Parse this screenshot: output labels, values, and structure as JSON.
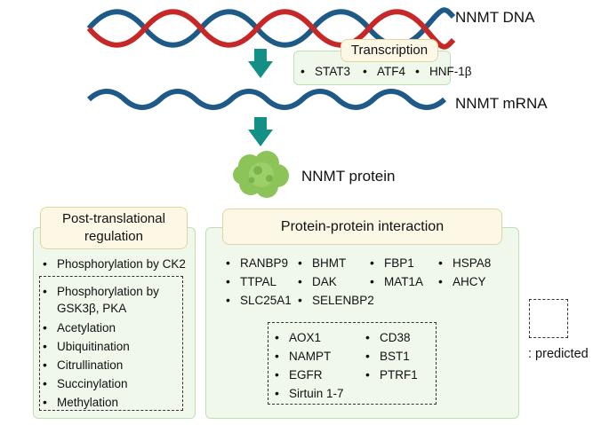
{
  "labels": {
    "dna": "NNMT DNA",
    "mrna": "NNMT mRNA",
    "protein": "NNMT protein"
  },
  "transcription": {
    "title": "Transcription",
    "factors": [
      "STAT3",
      "ATF4",
      "HNF-1β"
    ]
  },
  "ptm": {
    "title_line1": "Post-translational",
    "title_line2": "regulation",
    "known": [
      "Phosphorylation by CK2"
    ],
    "predicted": [
      "Phosphorylation by",
      "GSK3β, PKA",
      "Acetylation",
      "Ubiquitination",
      "Citrullination",
      "Succinylation",
      "Methylation"
    ]
  },
  "ppi": {
    "title": "Protein-protein interaction",
    "known": [
      "RANBP9",
      "BHMT",
      "FBP1",
      "HSPA8",
      "TTPAL",
      "DAK",
      "MAT1A",
      "AHCY",
      "SLC25A1",
      "SELENBP2"
    ],
    "predicted": [
      "AOX1",
      "CD38",
      "NAMPT",
      "BST1",
      "EGFR",
      "PTRF1",
      "Sirtuin 1-7"
    ]
  },
  "legend": {
    "predicted_label": ": predicted"
  },
  "colors": {
    "dna_strand_red": "#c62828",
    "dna_strand_blue": "#1e5a88",
    "mrna": "#1e5a88",
    "arrow": "#138f85",
    "protein": "#8cc45a",
    "box_fill": "#f0f8ec",
    "box_border": "#bfe0b2",
    "title_fill": "#fdf8e6",
    "title_border": "#e2d3a4"
  }
}
